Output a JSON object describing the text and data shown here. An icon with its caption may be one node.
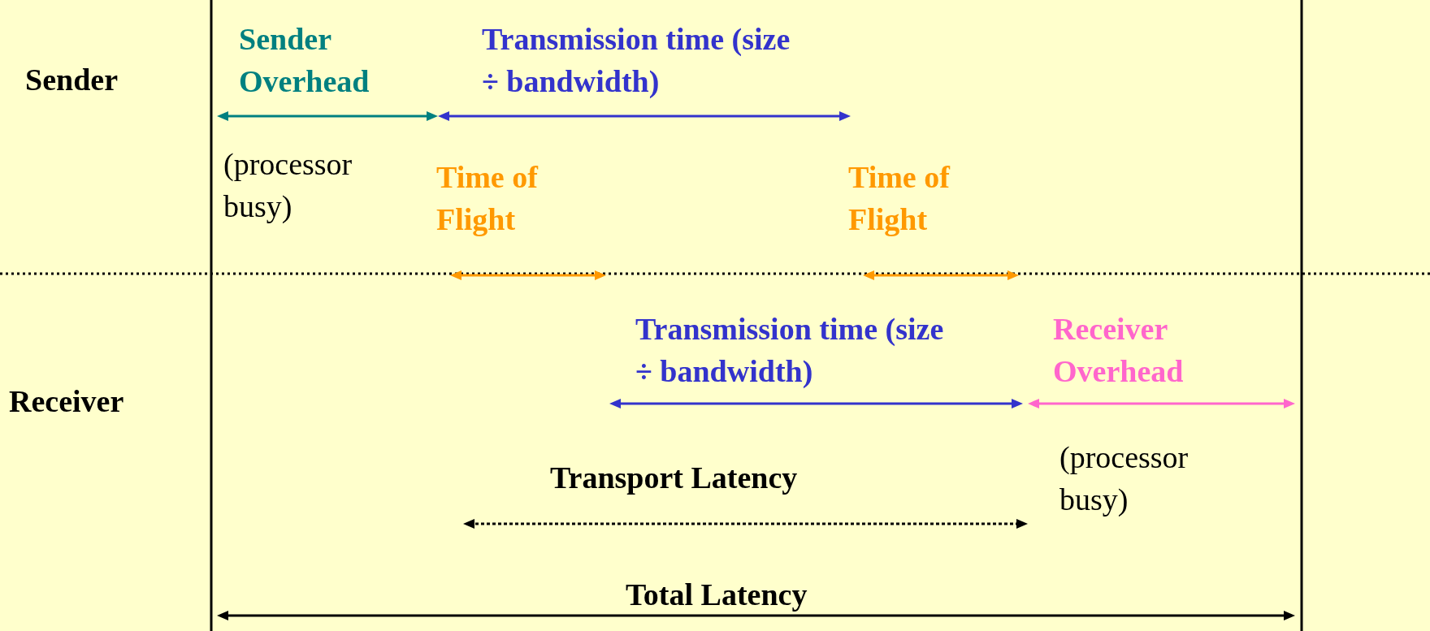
{
  "diagram": {
    "labels": [
      "Sender Overhead",
      "Transmission time (size ÷ bandwidth)",
      "Sender",
      "(processor busy)",
      "Time of Flight",
      "Time of Flight",
      "Transmission time (size ÷ bandwidth)",
      "Receiver Overhead",
      "Receiver",
      "Transport Latency",
      "(processor busy)",
      "Total Latency"
    ]
  }
}
